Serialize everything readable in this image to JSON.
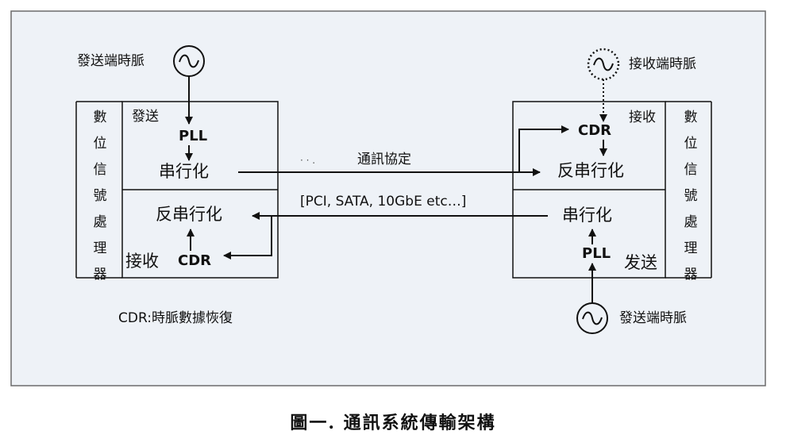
{
  "left": {
    "dsp_vertical": [
      "數",
      "位",
      "信",
      "號",
      "處",
      "理",
      "器"
    ],
    "clock_label": "發送端時脈",
    "tx_label": "發送",
    "pll": "PLL",
    "serializer": "串行化",
    "deserializer": "反串行化",
    "rx_label": "接收",
    "cdr": "CDR"
  },
  "right": {
    "dsp_vertical": [
      "數",
      "位",
      "信",
      "號",
      "處",
      "理",
      "器"
    ],
    "rx_clock_label": "接收端時脈",
    "rx_label": "接收",
    "cdr": "CDR",
    "deserializer": "反串行化",
    "serializer": "串行化",
    "pll": "PLL",
    "tx_label": "发送",
    "tx_clock_label": "發送端時脈"
  },
  "link": {
    "protocol_label": "通訊協定",
    "protocol_examples": "[PCI, SATA, 10GbE etc…]",
    "noise_dots": "· ·  ."
  },
  "legend": "CDR:時脈數據恢復",
  "caption": "圖一. 通訊系統傳輸架構",
  "colors": {
    "panel_bg": "#eef2f7",
    "panel_border": "#6b6b6b",
    "line": "#111111"
  }
}
